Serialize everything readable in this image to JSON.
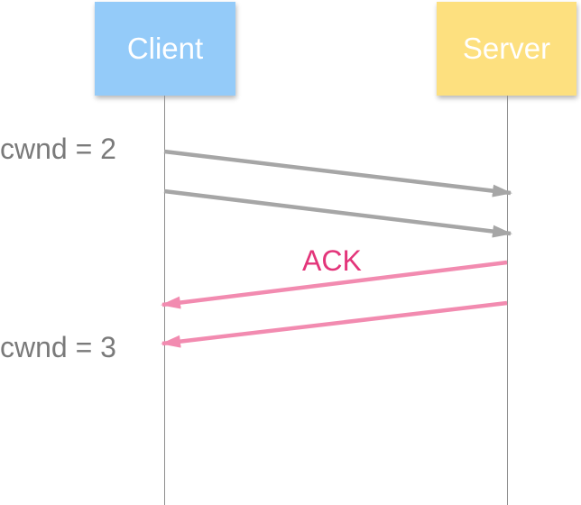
{
  "participants": {
    "client": "Client",
    "server": "Server"
  },
  "annotations": {
    "cwnd_before": "cwnd = 2",
    "cwnd_after": "cwnd = 3"
  },
  "messages": {
    "ack_label": "ACK"
  },
  "colors": {
    "client_box": "#94cbf9",
    "server_box": "#fde07f",
    "data_arrow": "#a6a6a6",
    "ack_arrow": "#f28bb0",
    "ack_text": "#e3357a",
    "lifeline": "#8e8e8e",
    "annotation_text": "#7a7a7a"
  }
}
